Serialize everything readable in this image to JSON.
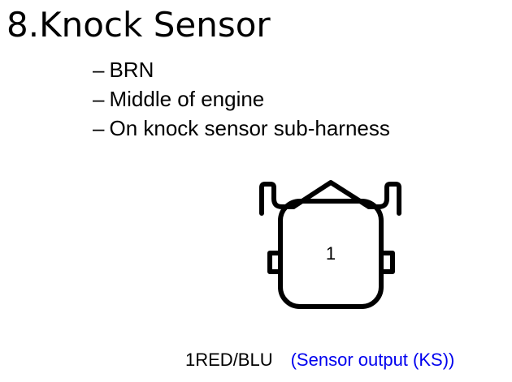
{
  "title": "8.Knock Sensor",
  "bullets": [
    {
      "dash": "–",
      "text": "BRN"
    },
    {
      "dash": "–",
      "text": "Middle of engine"
    },
    {
      "dash": "–",
      "text": "On knock sensor sub-harness"
    }
  ],
  "connector": {
    "pin_label": "1"
  },
  "pins": [
    {
      "number": "1",
      "wire": "RED/BLU",
      "function": "(Sensor output (KS))"
    }
  ],
  "colors": {
    "text": "#000000",
    "function_text": "#0000ee",
    "connector_stroke": "#000000",
    "background": "#ffffff"
  }
}
